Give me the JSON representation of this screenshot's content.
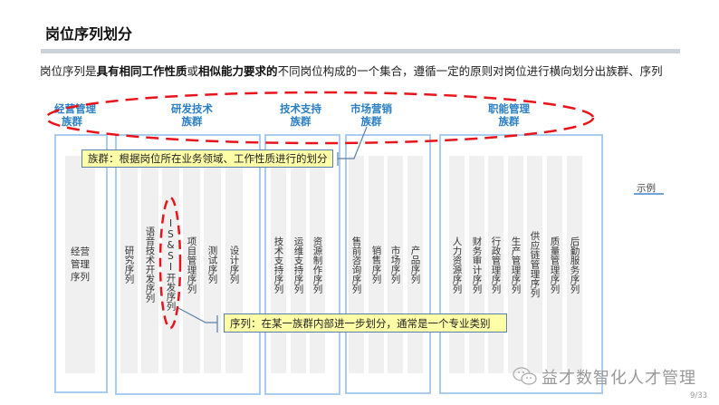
{
  "header": {
    "title": "岗位序列划分",
    "subtitle_parts": [
      {
        "text": "岗位序列是",
        "bold": false
      },
      {
        "text": "具有相同工作性质",
        "bold": true
      },
      {
        "text": "或",
        "bold": false
      },
      {
        "text": "相似能力要求的",
        "bold": true
      },
      {
        "text": "不同岗位构成的一个集合，遵循一定的原则对岗位进行横向划分出族群、序列",
        "bold": false
      }
    ]
  },
  "groups": [
    {
      "label_line1": "经营管理",
      "label_line2": "族群",
      "series": [
        "经营管理序列"
      ]
    },
    {
      "label_line1": "研发技术",
      "label_line2": "族群",
      "series": [
        "研究序列",
        "语音技术开发序列",
        "IS&SI开发序列",
        "项目管理序列",
        "测试序列",
        "设计序列"
      ]
    },
    {
      "label_line1": "技术支持",
      "label_line2": "族群",
      "series": [
        "技术支持序列",
        "运维支持序列",
        "资源制作序列"
      ]
    },
    {
      "label_line1": "市场营销",
      "label_line2": "族群",
      "series": [
        "售前咨询序列",
        "销售序列",
        "市场序列",
        "产品序列"
      ]
    },
    {
      "label_line1": "职能管理",
      "label_line2": "族群",
      "series": [
        "人力资源序列",
        "财务审计序列",
        "行政管理序列",
        "生产管理序列",
        "供应链管理序列",
        "质量管理序列",
        "后勤服务序列"
      ]
    }
  ],
  "callouts": {
    "cluster": "族群：根据岗位所在业务领域、工作性质进行的划分",
    "series": "序列：在某一族群内部进一步划分，通常是一个专业类别"
  },
  "example_label": "示例",
  "watermark": "益才数智化人才管理",
  "page_number": "9/33",
  "colors": {
    "group_label": "#2a7fc4",
    "box_border": "#a9cdf0",
    "column_fill": "#f0f0f0",
    "callout_fill": "#ffffa8",
    "highlight_ellipse": "#e8141c"
  }
}
